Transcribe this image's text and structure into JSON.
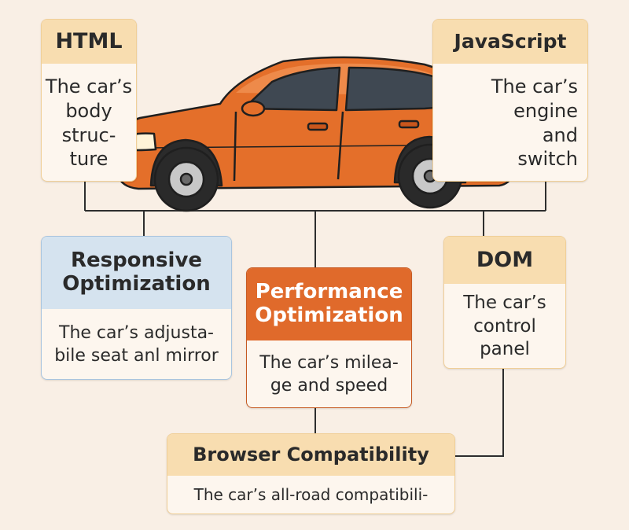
{
  "diagram": {
    "nodes": {
      "html": {
        "title": "HTML",
        "description": "The car’s\nbody\nstruc-\nture"
      },
      "javascript": {
        "title": "JavaScript",
        "description": "The car’s\nengine\nand\nswitch"
      },
      "responsive": {
        "title": "Responsive\nOptimization",
        "description": "The car’s adjusta-\nbile seat anl mirror"
      },
      "performance": {
        "title": "Performance\nOptimization",
        "description": "The car’s milea-\nge and speed"
      },
      "dom": {
        "title": "DOM",
        "description": "The car’s\ncontrol\npanel"
      },
      "browser": {
        "title": "Browser Compatibility",
        "description": "The car’s all-road compatibili-"
      }
    },
    "edges": [
      [
        "html",
        "javascript"
      ],
      [
        "car",
        "responsive"
      ],
      [
        "car",
        "performance"
      ],
      [
        "javascript",
        "dom"
      ],
      [
        "performance",
        "browser"
      ],
      [
        "dom",
        "browser"
      ]
    ],
    "colors": {
      "background": "#f9efe5",
      "beige_header": "#f8ddb0",
      "blue_header": "#d5e3ef",
      "orange_header": "#e06a2b",
      "car_body": "#e46f2a",
      "connector": "#2e2e2e"
    },
    "illustration": "orange-sedan-car"
  }
}
